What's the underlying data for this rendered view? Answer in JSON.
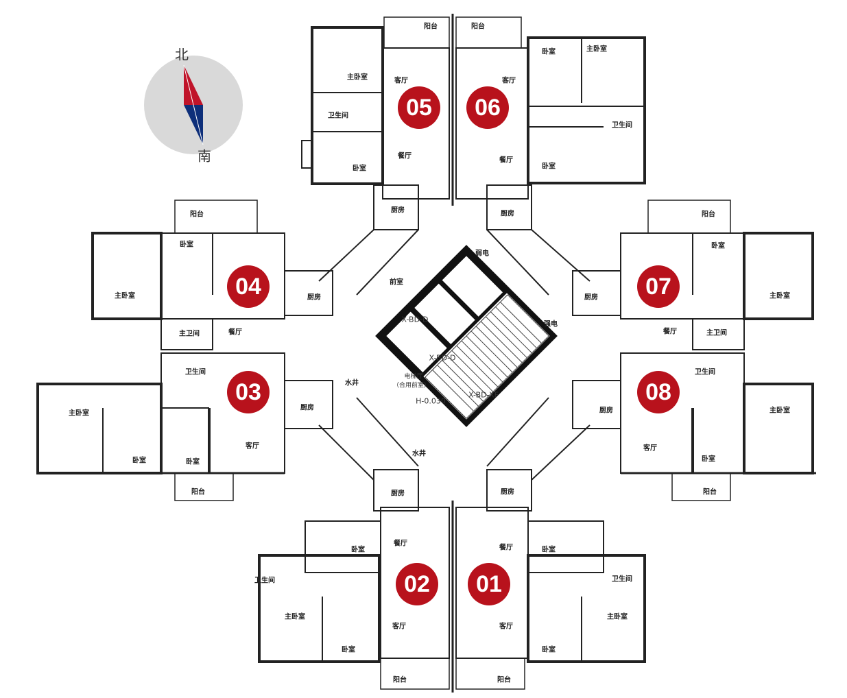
{
  "compass": {
    "north": "北",
    "south": "南",
    "colors": {
      "north": "#c0142a",
      "south": "#0e2f7a",
      "disc": "#d9d9d9"
    }
  },
  "badge_color": "#b8121c",
  "units": [
    {
      "number": "05",
      "rooms": [
        "阳台",
        "主卧室",
        "客厅",
        "卫生间",
        "餐厅",
        "卧室",
        "厨房"
      ]
    },
    {
      "number": "06",
      "rooms": [
        "阳台",
        "卧室",
        "主卧室",
        "客厅",
        "卫生间",
        "餐厅",
        "卧室",
        "厨房"
      ]
    },
    {
      "number": "04",
      "rooms": [
        "阳台",
        "卧室",
        "主卧室",
        "主卫间",
        "餐厅",
        "厨房"
      ]
    },
    {
      "number": "07",
      "rooms": [
        "阳台",
        "卧室",
        "厨房",
        "主卧室",
        "餐厅",
        "主卫间"
      ]
    },
    {
      "number": "03",
      "rooms": [
        "卫生间",
        "主卧室",
        "卧室",
        "卧室",
        "客厅",
        "厨房",
        "阳台"
      ]
    },
    {
      "number": "08",
      "rooms": [
        "卫生间",
        "厨房",
        "主卧室",
        "客厅",
        "卧室",
        "阳台"
      ]
    },
    {
      "number": "02",
      "rooms": [
        "厨房",
        "餐厅",
        "卧室",
        "卫生间",
        "主卧室",
        "客厅",
        "卧室",
        "阳台"
      ]
    },
    {
      "number": "01",
      "rooms": [
        "厨房",
        "餐厅",
        "卧室",
        "卫生间",
        "主卧室",
        "客厅",
        "卧室",
        "阳台"
      ]
    }
  ],
  "core": {
    "lobby": "电梯厅",
    "lobby_sub": "（合用前室）",
    "elevation": "H-0.030",
    "elevators": [
      "X-BD-D",
      "X-BD-D",
      "X-BD-XF"
    ],
    "front_room": "前室",
    "weak_power": "弱电",
    "strong_power": "强电",
    "water_shaft": "水井",
    "water_shaft_2": "水井"
  }
}
